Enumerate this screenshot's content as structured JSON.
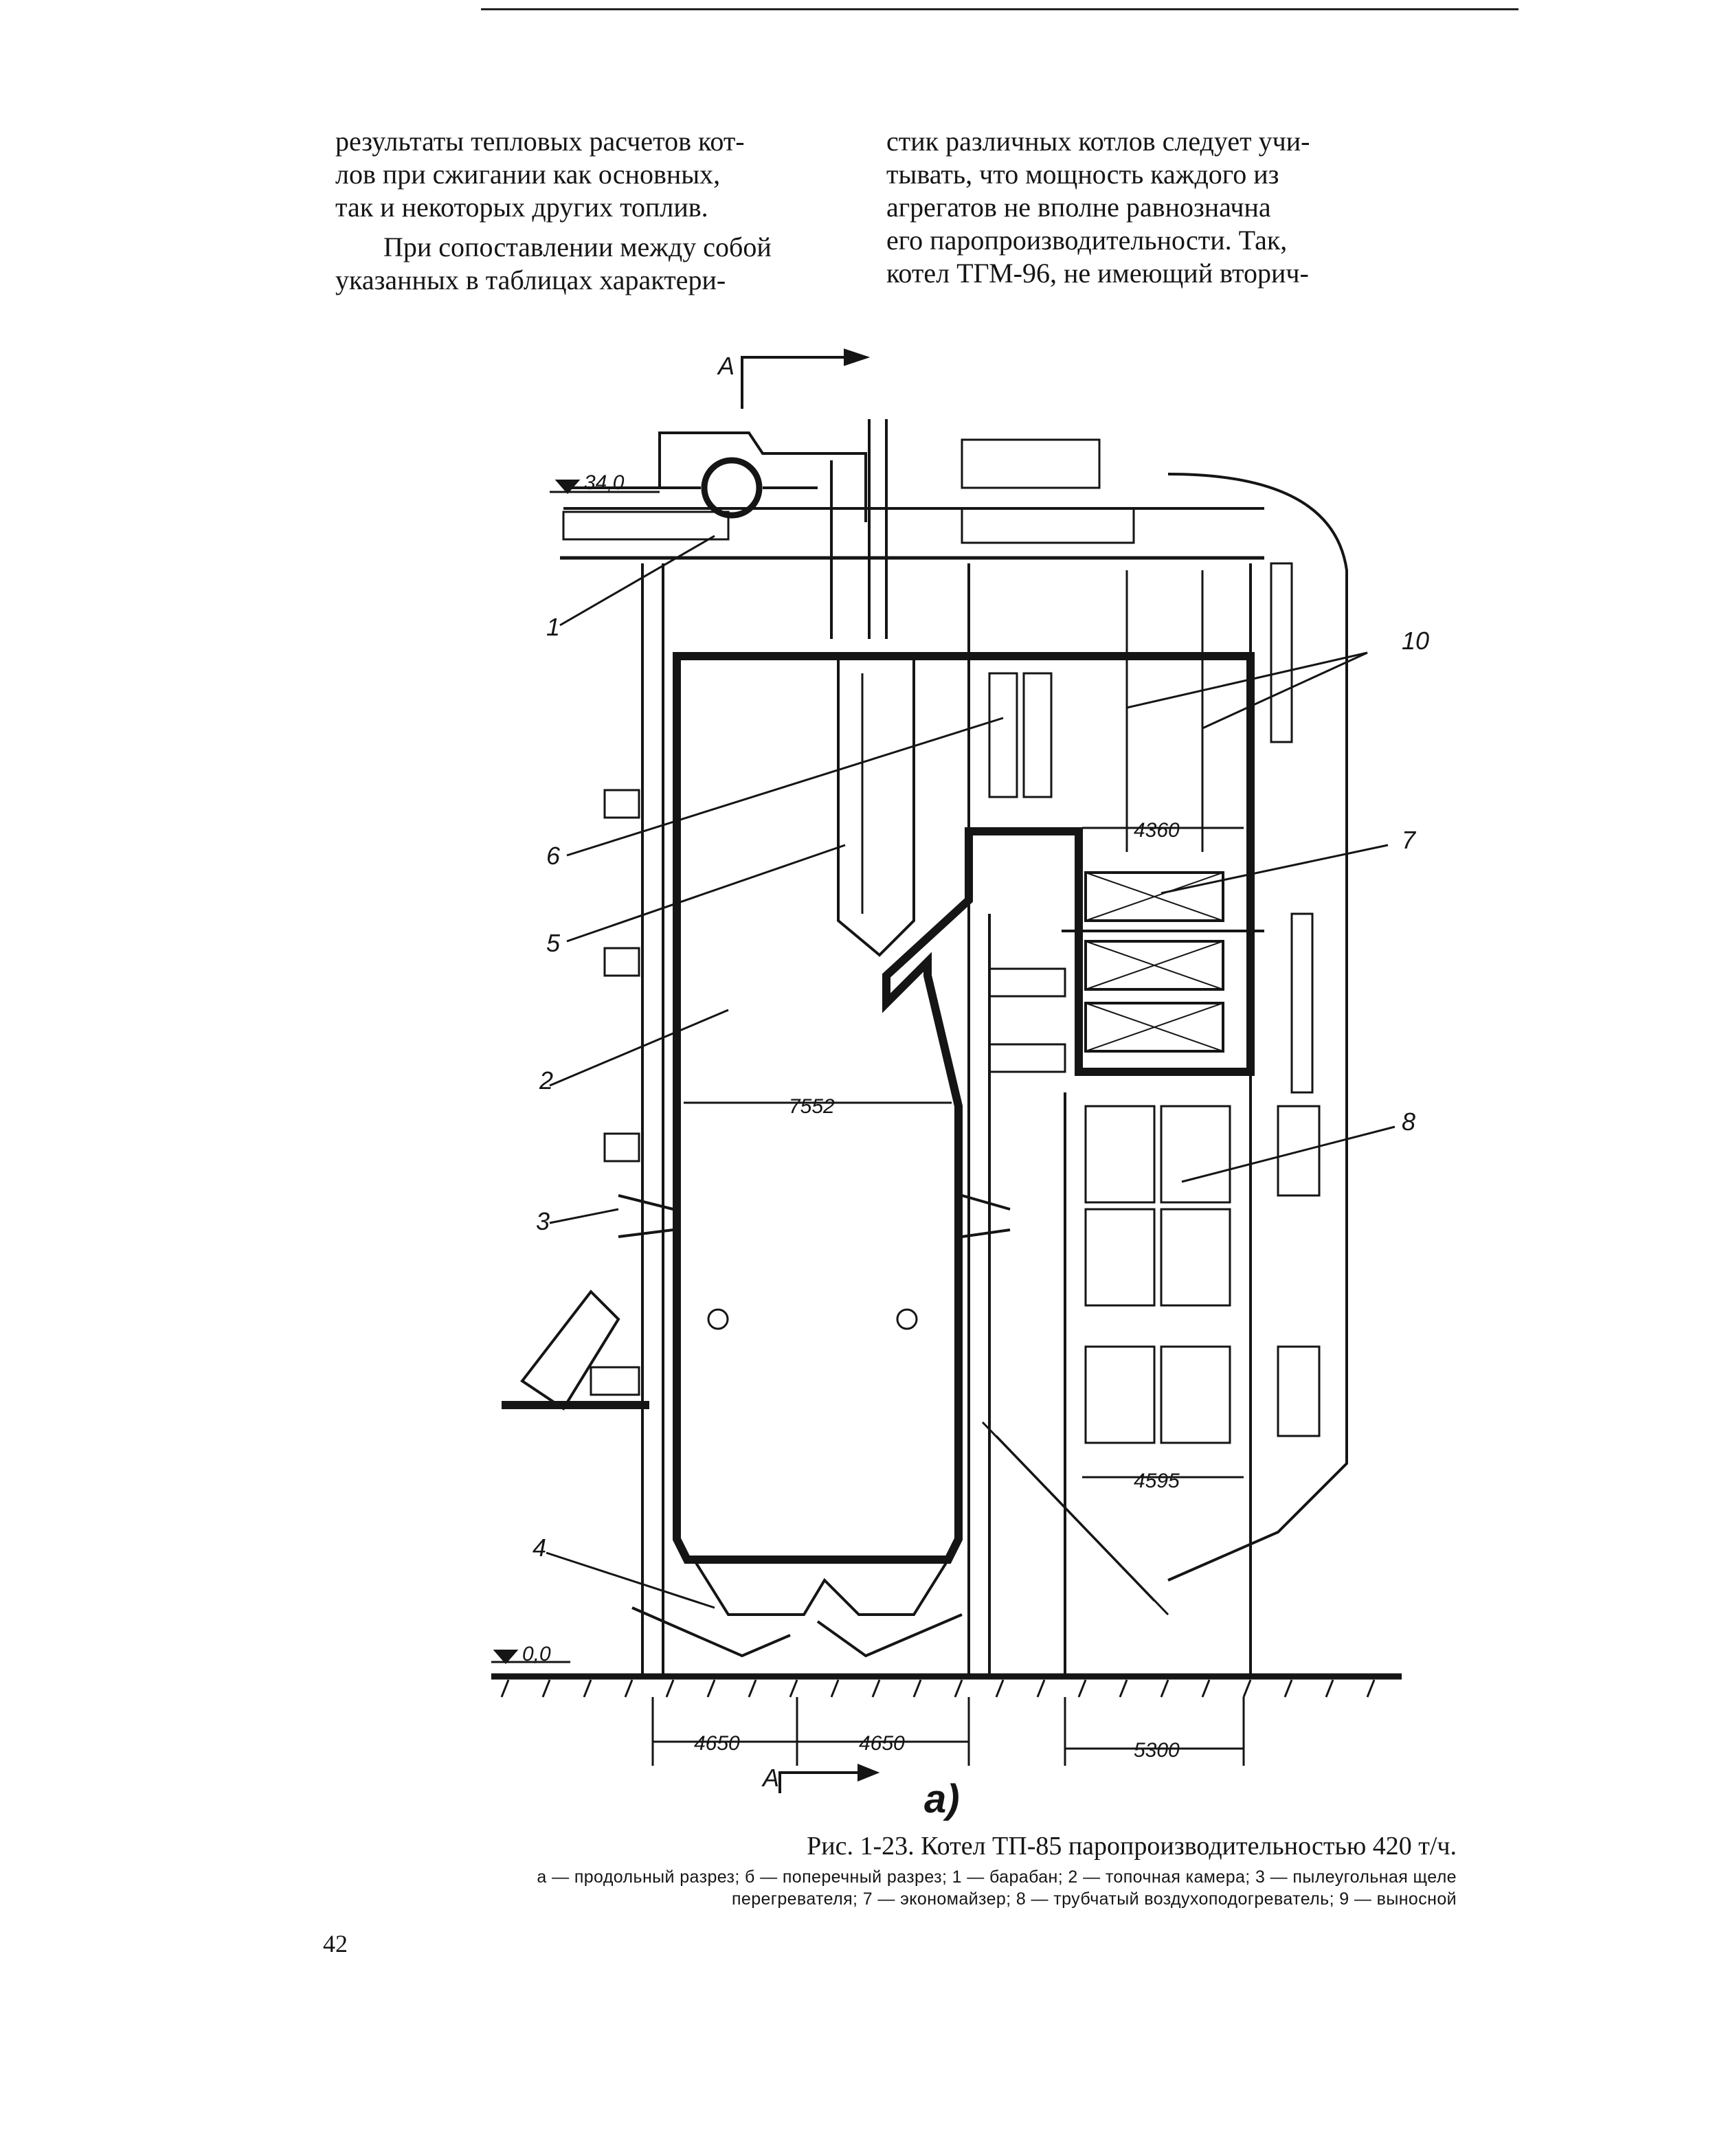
{
  "page": {
    "left_column": [
      "результаты тепловых расчетов кот-",
      "лов при сжигании как основных,",
      "так и некоторых других топлив."
    ],
    "left_column_paragraph2": [
      "При сопоставлении между собой",
      "указанных в таблицах характери-"
    ],
    "right_column": [
      "стик различных котлов следует учи-",
      "тывать, что мощность каждого из",
      "агрегатов не вполне равнозначна",
      "его паропроизводительности. Так,",
      "котел ТГМ-96, не имеющий вторич-"
    ],
    "page_number": "42"
  },
  "figure": {
    "section_mark": "А",
    "elevation_top": "34,0",
    "elevation_ground": "0,0",
    "dimensions": {
      "furnace_width": "7552",
      "upper_passage": "4360",
      "lower_passage": "4595",
      "base_left": "4650",
      "base_middle": "4650",
      "base_right": "5300"
    },
    "callouts": [
      "1",
      "2",
      "3",
      "4",
      "5",
      "6",
      "7",
      "8",
      "10"
    ],
    "label": "а)"
  },
  "caption": {
    "title": "Рис. 1-23. Котел ТП-85 паропроизводительностью 420 т/ч.",
    "legend_line1": "а — продольный разрез; б — поперечный разрез; 1 — барабан; 2 — топочная камера; 3 — пылеугольная щеле",
    "legend_line2": "перегревателя; 7 — экономайзер; 8 — трубчатый воздухоподогреватель; 9 — выносной"
  }
}
